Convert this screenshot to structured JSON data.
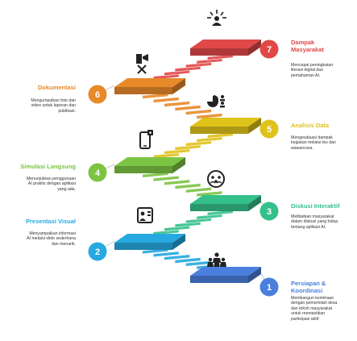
{
  "steps": [
    {
      "number": "1",
      "title": "Persiapan & Koordinasi",
      "title_lines": [
        "Persiapan &",
        "Koordinasi"
      ],
      "desc_lines": [
        "Membangun kemitraan",
        "dengan pemerintah desa",
        "dan tokoh masyarakat",
        "untuk memastikan",
        "partisipasi aktif."
      ],
      "color": "#4a7fde",
      "icon": "group-icon"
    },
    {
      "number": "2",
      "title": "Presentasi Visual",
      "title_lines": [
        "Presentasi Visual"
      ],
      "desc_lines": [
        "Menyampaikan informasi",
        "AI melalui slide sederhana",
        "dan menarik."
      ],
      "color": "#25a9e0",
      "icon": "presentation-icon"
    },
    {
      "number": "3",
      "title": "Diskusi Interaktif",
      "title_lines": [
        "Diskusi Interaktif"
      ],
      "desc_lines": [
        "Melibatkan masyarakat",
        "dalam diskusi yang hidup",
        "tentang aplikasi AI."
      ],
      "color": "#34c08a",
      "icon": "discussion-icon"
    },
    {
      "number": "4",
      "title": "Simulasi Langsung",
      "title_lines": [
        "Simulasi Langsung"
      ],
      "desc_lines": [
        "Menunjukkan penggunaan",
        "AI praktis dengan aplikasi",
        "yang ada."
      ],
      "color": "#7cc444",
      "icon": "phone-app-icon"
    },
    {
      "number": "5",
      "title": "Analisis Data",
      "title_lines": [
        "Analisis Data"
      ],
      "desc_lines": [
        "Mengevaluasi dampak",
        "kegiatan melalui tes dan",
        "wawancara."
      ],
      "color": "#dfc21a",
      "icon": "chart-users-icon"
    },
    {
      "number": "6",
      "title": "Dokumentasi",
      "title_lines": [
        "Dokumentasi"
      ],
      "desc_lines": [
        "Mengumpulkan foto dan",
        "video untuk laporan dan",
        "publikasi."
      ],
      "color": "#e8892a",
      "icon": "no-camera-icon"
    },
    {
      "number": "7",
      "title": "Dampak Masyarakat",
      "title_lines": [
        "Dampak",
        "Masyarakat"
      ],
      "desc_lines": [
        "Mencapai peningkatan",
        "literasi digital dan",
        "pemahaman AI."
      ],
      "color": "#e04848",
      "icon": "community-impact-icon"
    }
  ]
}
